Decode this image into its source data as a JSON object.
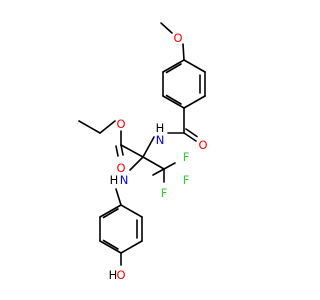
{
  "molecule": {
    "atom_labels": {
      "o_methoxy": "O",
      "o_ester": "O",
      "o_ester_carbonyl": "O",
      "o_amide": "O",
      "n_amide": "N",
      "h_amide": "H",
      "n_amine": "N",
      "h_amine": "H",
      "f_1": "F",
      "f_2": "F",
      "f_3": "F",
      "o_hydroxy": "O",
      "h_hydroxy": "H"
    },
    "colors": {
      "carbon_bond": "#000000",
      "oxygen": "#ff0000",
      "nitrogen": "#0000ff",
      "fluorine": "#33cc33",
      "hydrogen_label": "#000000"
    }
  }
}
